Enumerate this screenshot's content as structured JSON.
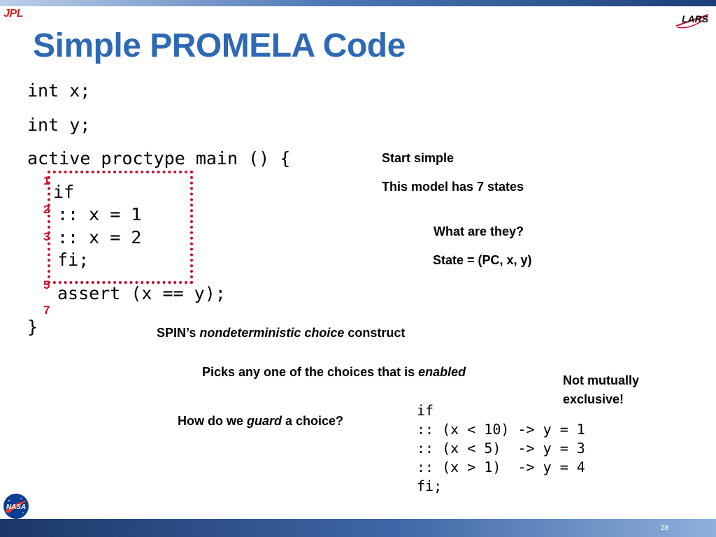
{
  "header": {
    "jpl_logo": "JPL",
    "lars_logo": "LARS",
    "nasa_logo": "NASA"
  },
  "title": "Simple PROMELA Code",
  "code_main": {
    "line1": "int x;",
    "line2": "int y;",
    "line3": "active proctype main () {",
    "line4": "if",
    "line5": ":: x = 1",
    "line6": ":: x = 2",
    "line7": "fi;",
    "line8": "assert (x == y);",
    "line9": "}"
  },
  "line_numbers": [
    "1",
    "2",
    "3",
    "5",
    "7"
  ],
  "notes": {
    "start_simple": "Start simple",
    "seven_states": "This model has 7 states",
    "what_are_they": "What are they?",
    "state_def": "State = (PC, x, y)",
    "spin_a": "SPIN’s ",
    "spin_b": "nondeterministic choice",
    "spin_c": " construct",
    "picks_a": "Picks any one of the choices that is ",
    "picks_b": "enabled",
    "not_mutually_1": "Not mutually",
    "not_mutually_2": "exclusive!",
    "guard_a": "How do we ",
    "guard_b": "guard",
    "guard_c": " a choice?"
  },
  "code_guard": {
    "line1": "if",
    "line2": ":: (x < 10) -> y = 1",
    "line3": ":: (x < 5)  -> y = 3",
    "line4": ":: (x > 1)  -> y = 4",
    "line5": "fi;"
  },
  "footer": {
    "page_number": "28"
  },
  "colors": {
    "title": "#2e69b5",
    "accent_red": "#c8102e",
    "bar_dark": "#1c3768"
  }
}
